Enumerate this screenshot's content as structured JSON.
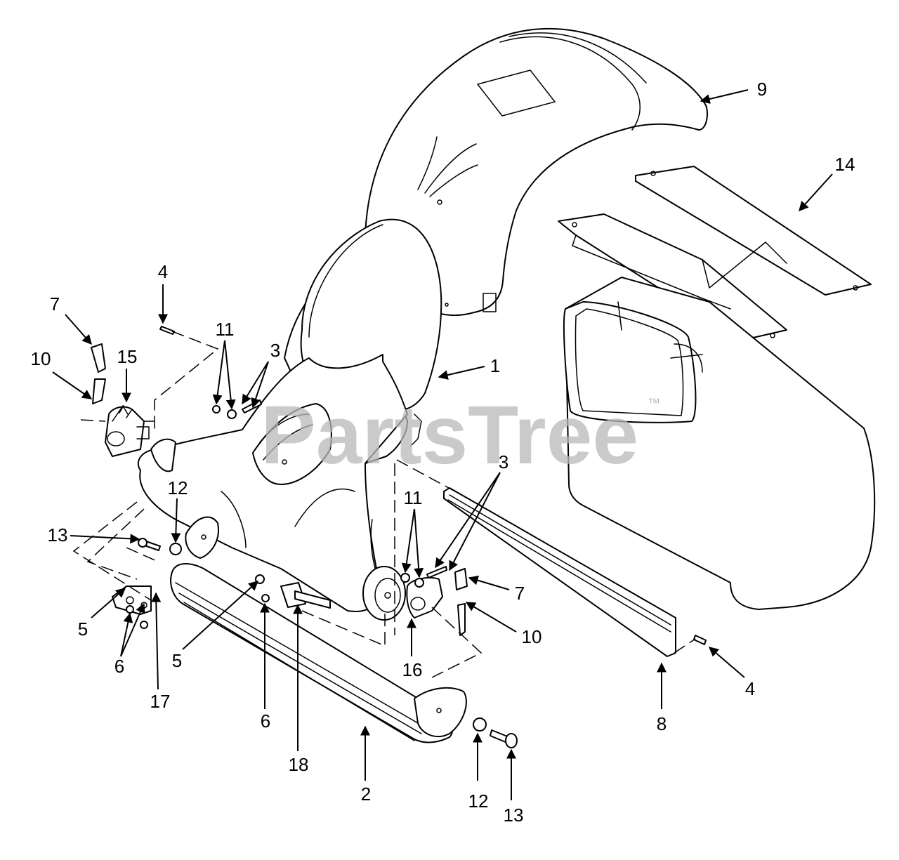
{
  "watermark": {
    "text": "PartsTree",
    "mark": "™"
  },
  "callouts": {
    "c1": "1",
    "c2": "2",
    "c3a": "3",
    "c3b": "3",
    "c4a": "4",
    "c4b": "4",
    "c5a": "5",
    "c5b": "5",
    "c6a": "6",
    "c6b": "6",
    "c7a": "7",
    "c7b": "7",
    "c8": "8",
    "c9": "9",
    "c10a": "10",
    "c10b": "10",
    "c11a": "11",
    "c11b": "11",
    "c12a": "12",
    "c12b": "12",
    "c13a": "13",
    "c13b": "13",
    "c14": "14",
    "c15": "15",
    "c16": "16",
    "c17": "17",
    "c18": "18"
  },
  "colors": {
    "line": "#000000",
    "background": "#ffffff",
    "watermark": "#b8b8b8"
  }
}
